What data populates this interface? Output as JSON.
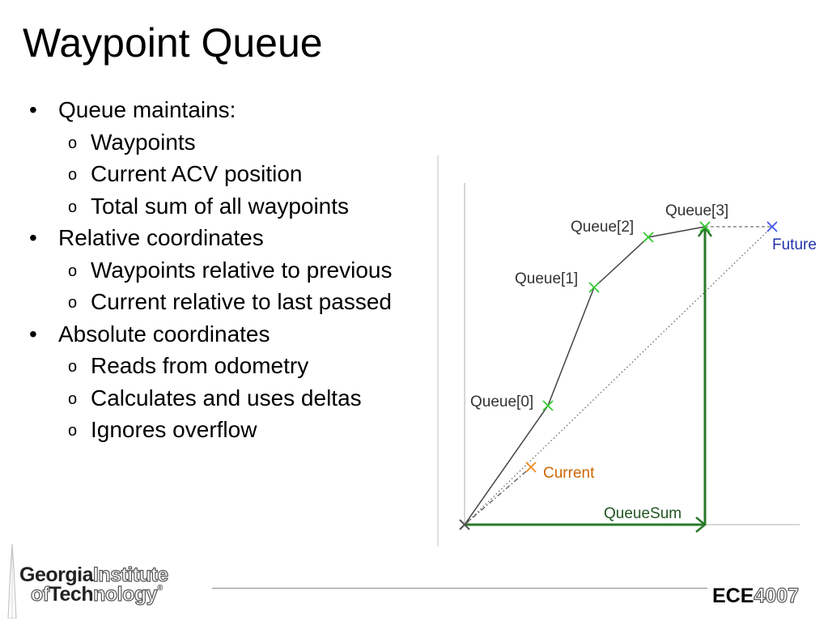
{
  "slide": {
    "title": "Waypoint Queue",
    "bullets": [
      {
        "text": "Queue maintains:",
        "sub": [
          "Waypoints",
          "Current ACV position",
          "Total sum of all waypoints"
        ]
      },
      {
        "text": "Relative coordinates",
        "sub": [
          "Waypoints relative to previous",
          "Current relative to last passed"
        ]
      },
      {
        "text": "Absolute coordinates",
        "sub": [
          "Reads from odometry",
          "Calculates and uses deltas",
          "Ignores overflow"
        ]
      }
    ],
    "bullet_char": "•",
    "sub_bullet_char": "o"
  },
  "diagram": {
    "labels": {
      "queue0": "Queue[0]",
      "queue1": "Queue[1]",
      "queue2": "Queue[2]",
      "queue3": "Queue[3]",
      "future": "Future",
      "current": "Current",
      "queuesum": "QueueSum"
    },
    "colors": {
      "waypoint": "#33cc33",
      "current": "#ee8822",
      "future": "#4455ee",
      "queuesum": "#2a7a2a",
      "path": "#444444",
      "current_label": "#cc6600",
      "future_label": "#2233aa",
      "queuesum_label": "#225522"
    }
  },
  "footer": {
    "logo_line1_dark": "Georgia",
    "logo_line1_outline": "Institute",
    "logo_line2_outline_a": "of",
    "logo_line2_dark": "Tech",
    "logo_line2_outline_b": "nology",
    "registered": "®",
    "course_prefix": "ECE",
    "course_number": "4007"
  }
}
